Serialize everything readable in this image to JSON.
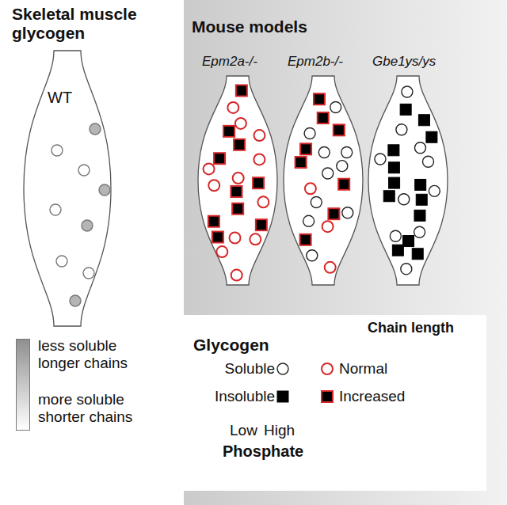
{
  "diagram": {
    "nodes": [
      {
        "text": [
          "Skeletal muscle glycogen",
          "WT"
        ]
      },
      {
        "text": [
          "Mouse models"
        ]
      },
      {
        "text": [
          "Epm2a-/-"
        ],
        "in": 1
      },
      {
        "text": [
          "Epm2b-/-"
        ],
        "in": 1
      },
      {
        "text": [
          "Gbe1ys/ys"
        ],
        "in": 1
      },
      {
        "text": [
          "Glycogen",
          "Chain length"
        ],
        "in": 1
      }
    ],
    "labels": [
      "Low",
      "High",
      "Phosphate"
    ],
    "legend": [
      {
        "text": "less soluble longer chains",
        "color": "#8f8f8f"
      },
      {
        "text": "more soluble shorter chains",
        "color": "#ffffff"
      },
      {
        "text": "Soluble"
      },
      {
        "text": "Insoluble"
      },
      {
        "text": "Normal"
      },
      {
        "text": "Increased"
      }
    ]
  }
}
